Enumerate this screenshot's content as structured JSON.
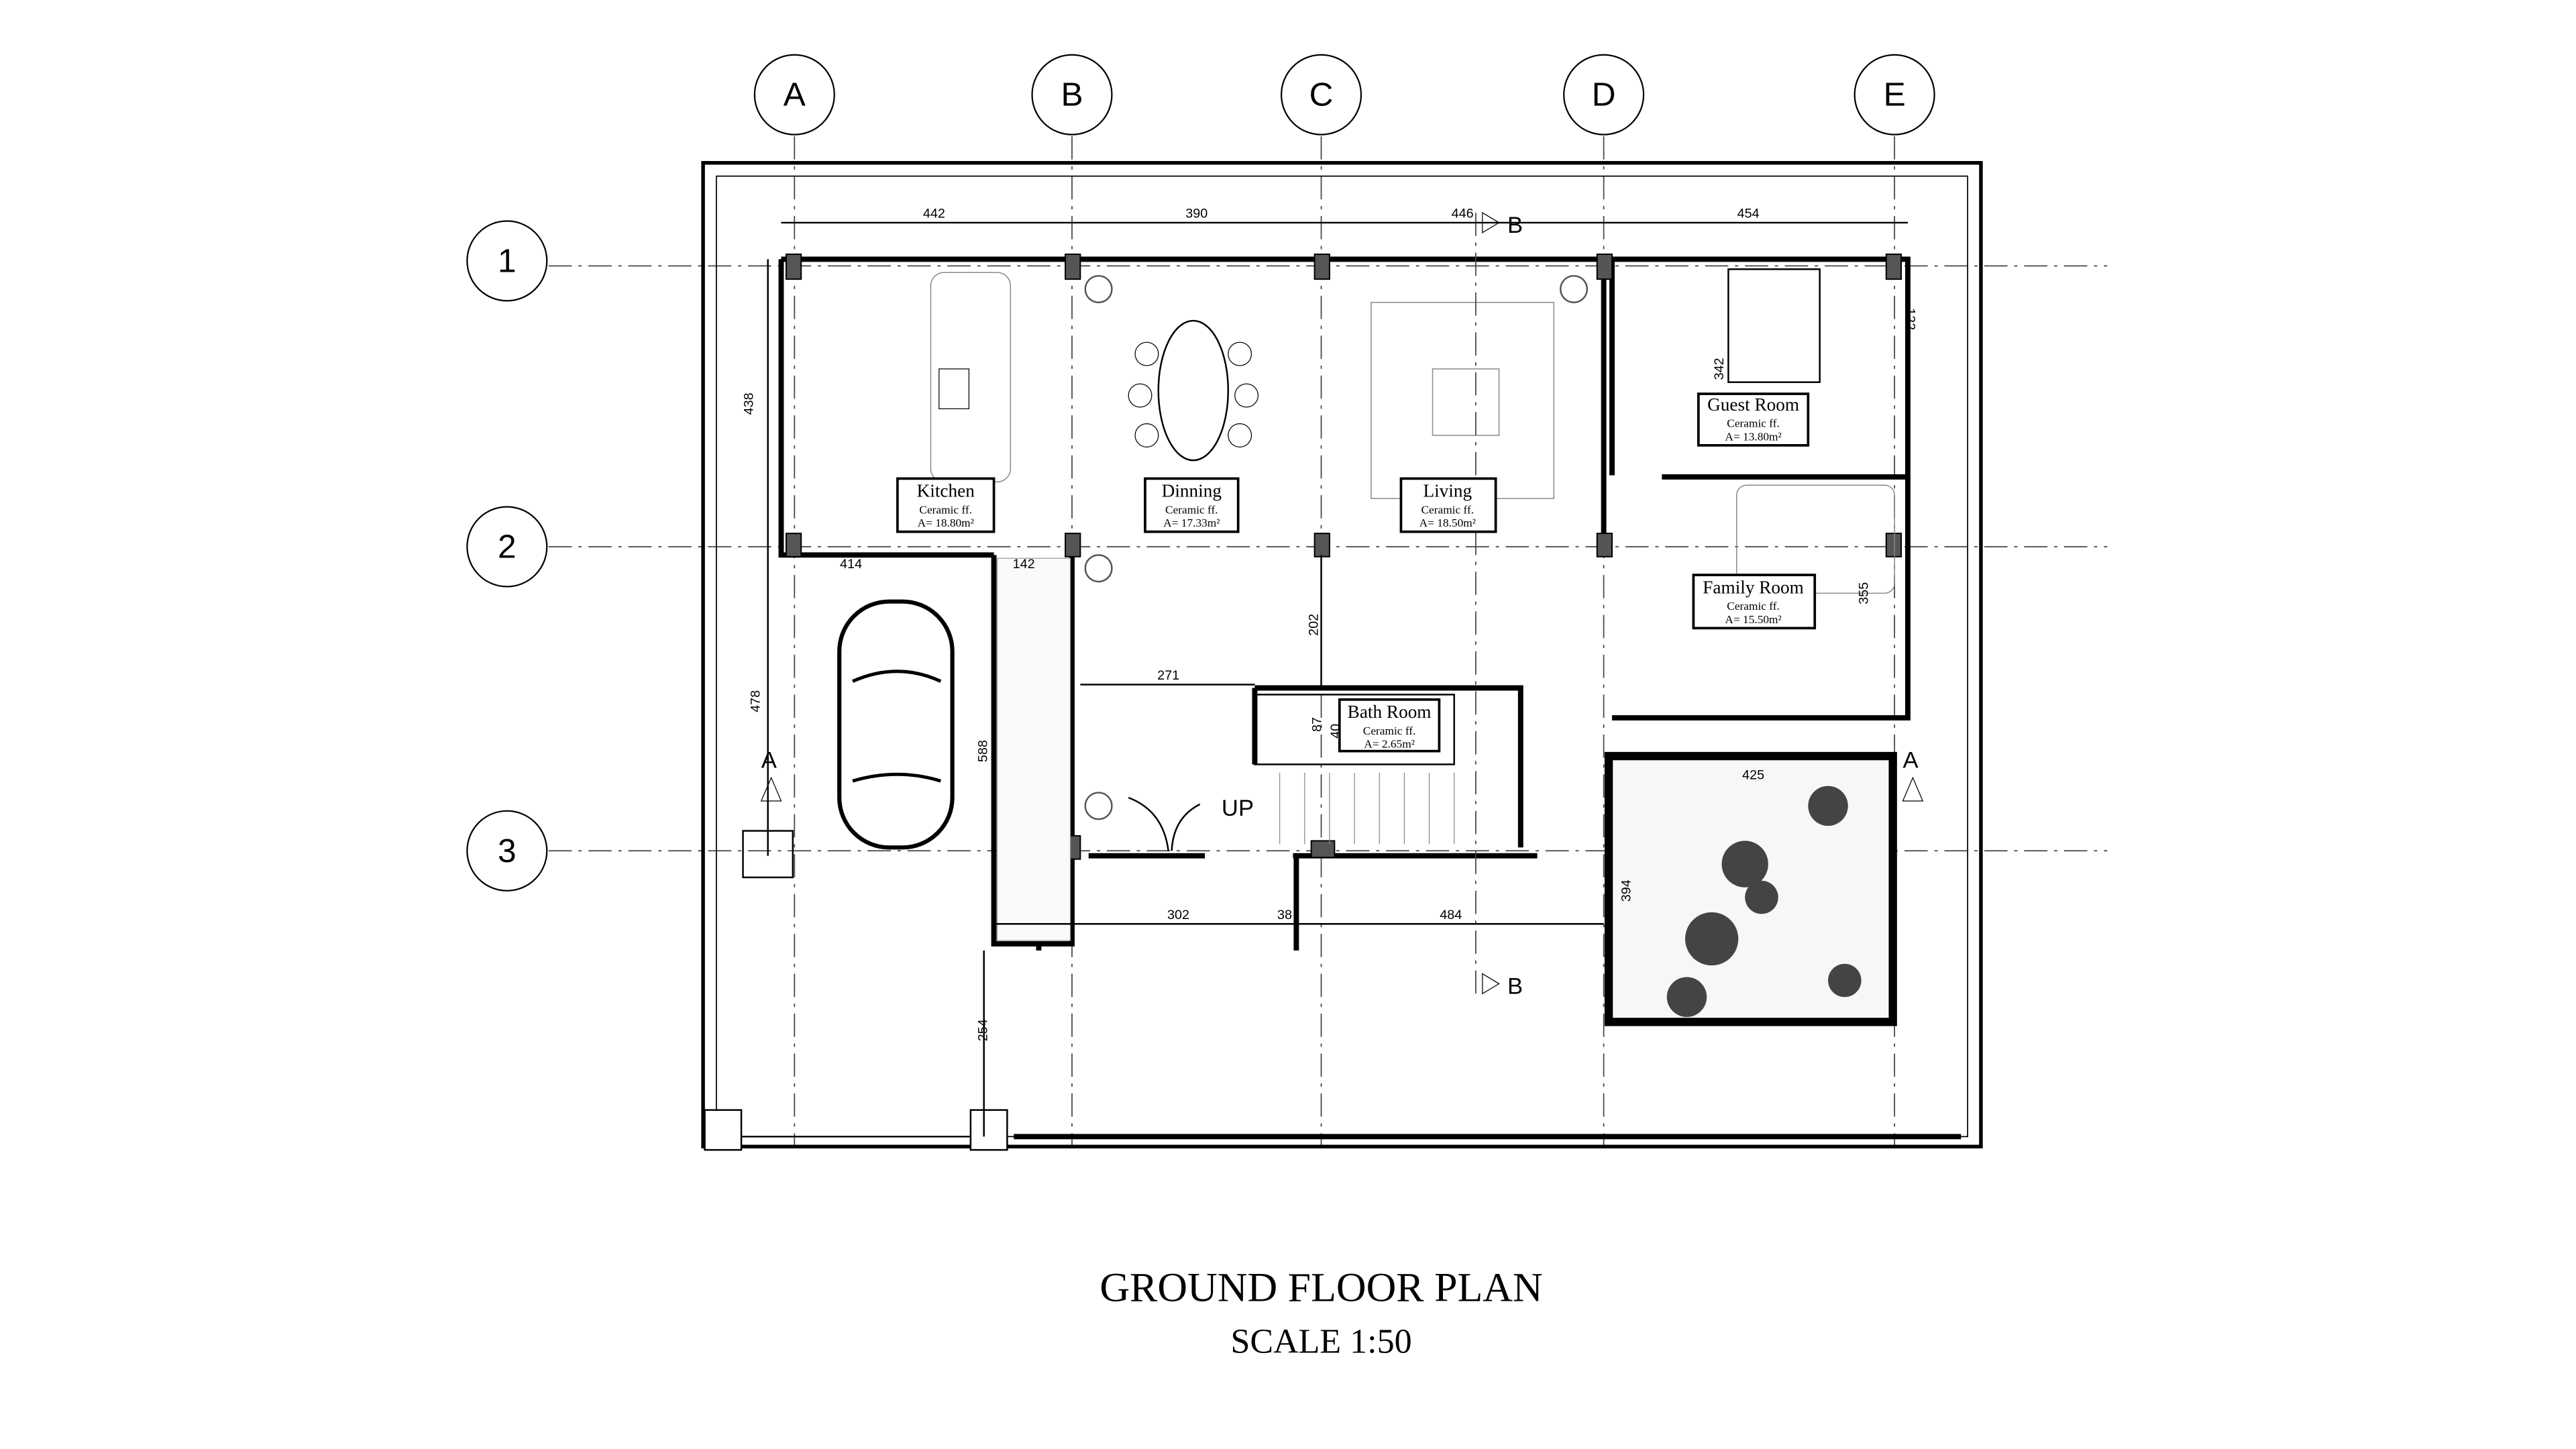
{
  "drawing": {
    "title": "GROUND FLOOR PLAN",
    "scale": "SCALE 1:50"
  },
  "grid": {
    "columns": [
      "A",
      "B",
      "C",
      "D",
      "E"
    ],
    "rows": [
      "1",
      "2",
      "3"
    ]
  },
  "section_marks": {
    "a": "A",
    "b": "B"
  },
  "rooms": [
    {
      "name": "Kitchen",
      "finish": "Ceramic ff.",
      "area": "A= 18.80m²"
    },
    {
      "name": "Dinning",
      "finish": "Ceramic ff.",
      "area": "A= 17.33m²"
    },
    {
      "name": "Living",
      "finish": "Ceramic ff.",
      "area": "A= 18.50m²"
    },
    {
      "name": "Guest Room",
      "finish": "Ceramic ff.",
      "area": "A= 13.80m²"
    },
    {
      "name": "Family Room",
      "finish": "Ceramic ff.",
      "area": "A= 15.50m²"
    },
    {
      "name": "Bath Room",
      "finish": "Ceramic ff.",
      "area": "A= 2.65m²"
    }
  ],
  "stair_label": "UP",
  "dimensions": {
    "top": [
      "442",
      "390",
      "446",
      "454"
    ],
    "left": [
      "438",
      "478"
    ],
    "garage_top": "414",
    "porch_top": "142",
    "hall_vertical": "202",
    "hall_width": "271",
    "porch_length": "588",
    "front_a": "302",
    "front_b": "38",
    "front_c": "484",
    "setback": "254",
    "court_height": "394",
    "court_width": "425",
    "guest_height": "342",
    "family_height": "355",
    "window_e": "122",
    "bath_a": "87",
    "bath_b": "40"
  }
}
